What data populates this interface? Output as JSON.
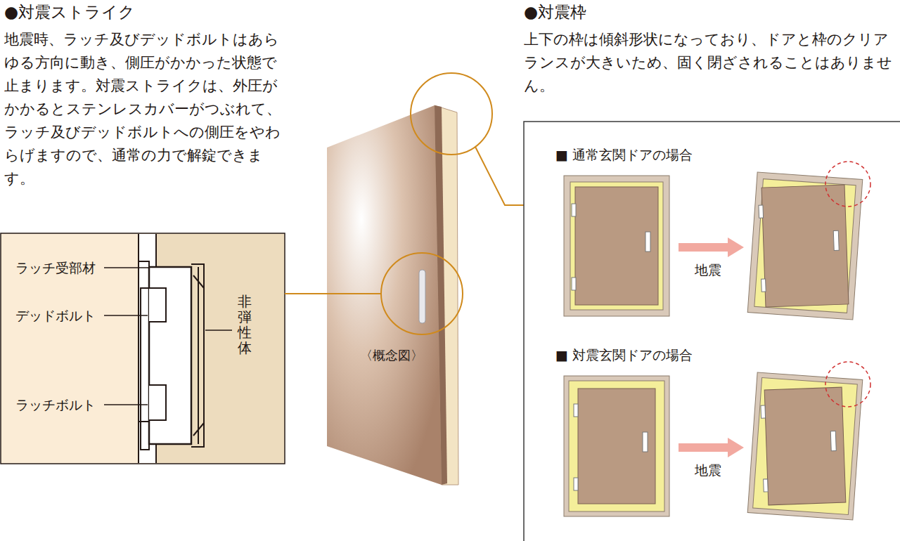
{
  "diagram": {
    "labels": [
      "●対震ストライク",
      "地震時、ラッチ及びデッドボルトはあらゆる方向に動き、側圧がかかった状態で止まります。対震ストライクは、外圧がかかるとステンレスカバーがつぶれて、ラッチ及びデッドボルトへの側圧をやわらげますので、通常の力で解錠できます。",
      "ラッチ受部材",
      "デッドボルト",
      "ラッチボルト",
      "非弾性体",
      "〈概念図〉",
      "●対震枠",
      "上下の枠は傾斜形状になっており、ドアと枠のクリアランスが大きいため、固く閉ざされることはありません。",
      "■ 通常玄関ドアの場合",
      "地震",
      "■ 対震玄関ドアの場合",
      "地震"
    ]
  }
}
